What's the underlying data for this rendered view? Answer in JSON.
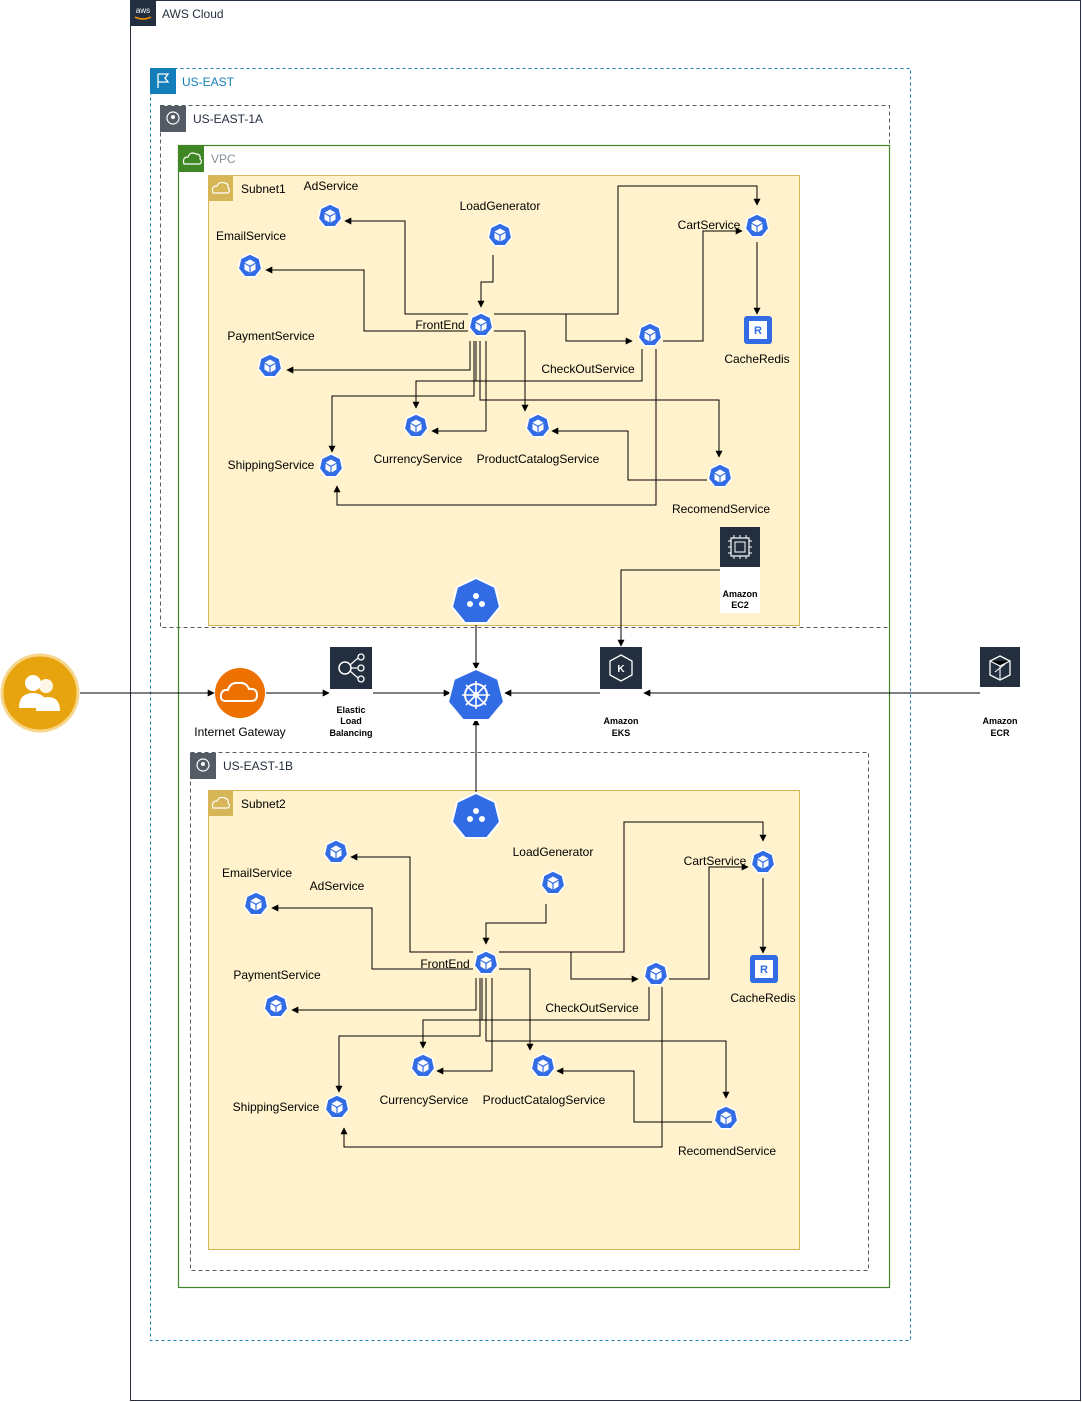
{
  "groups": {
    "aws_cloud": "AWS Cloud",
    "aws_logo": "aws",
    "region": "US-EAST",
    "az_a": "US-EAST-1A",
    "vpc": "VPC",
    "subnet1": "Subnet1",
    "az_b": "US-EAST-1B",
    "subnet2": "Subnet2"
  },
  "subnet1": {
    "ad": "AdService",
    "load": "LoadGenerator",
    "cart": "CartService",
    "email": "EmailService",
    "frontend": "FrontEnd",
    "payment": "PaymentService",
    "checkout": "CheckOutService",
    "redis": "CacheRedis",
    "redis_glyph": "R",
    "shipping": "ShippingService",
    "currency": "CurrencyService",
    "catalog": "ProductCatalogService",
    "recommend": "RecomendService"
  },
  "subnet2": {
    "ad": "AdService",
    "load": "LoadGenerator",
    "cart": "CartService",
    "email": "EmailService",
    "frontend": "FrontEnd",
    "payment": "PaymentService",
    "checkout": "CheckOutService",
    "redis": "CacheRedis",
    "redis_glyph": "R",
    "shipping": "ShippingService",
    "currency": "CurrencyService",
    "catalog": "ProductCatalogService",
    "recommend": "RecomendService"
  },
  "infra": {
    "ec2_line1": "Amazon",
    "ec2_line2": "EC2",
    "igw": "Internet Gateway",
    "elb_line1": "Elastic",
    "elb_line2": "Load",
    "elb_line3": "Balancing",
    "eks_line1": "Amazon",
    "eks_line2": "EKS",
    "eks_glyph": "K",
    "ecr_line1": "Amazon",
    "ecr_line2": "ECR"
  },
  "colors": {
    "k8s_blue": "#326ce5",
    "subnet_fill": "#fff2cc",
    "subnet_border": "#d6b656",
    "vpc_green": "#3f8624",
    "region_blue": "#147eba",
    "aws_dark": "#232f3e",
    "igw_orange": "#ed7100",
    "user_orange": "#e7a40e"
  }
}
